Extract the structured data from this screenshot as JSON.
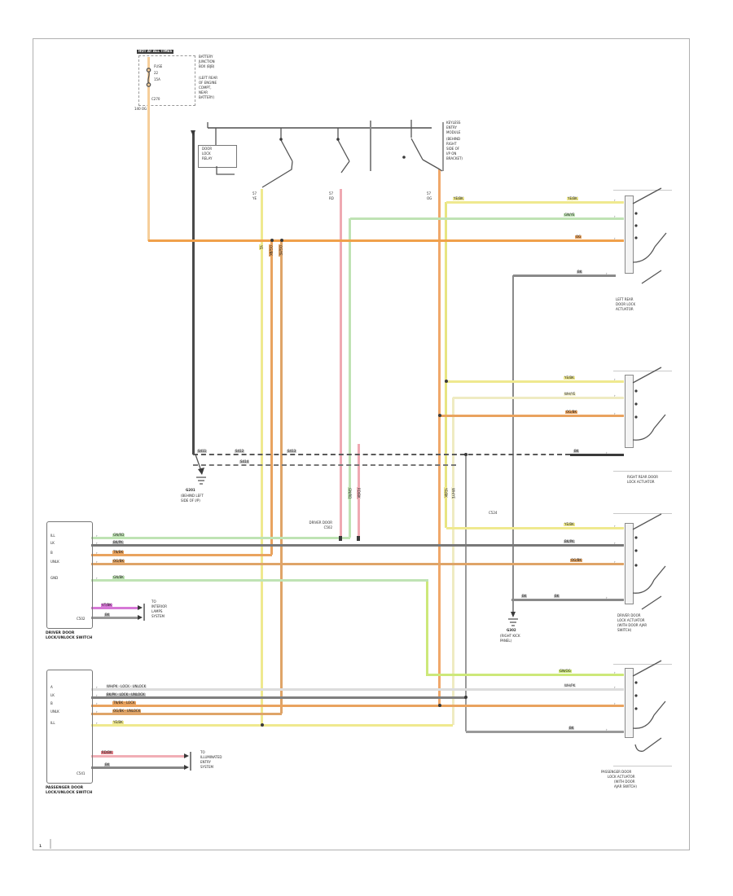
{
  "glyphs": {
    "pin": "›"
  },
  "header": {
    "hot": "HOT AT ALL TIMES",
    "fuse1": "FUSE",
    "fuse2": "22",
    "fuse3": "15A",
    "conn": "C270",
    "note1": [
      "BATTERY",
      "JUNCTION",
      "BOX (BJB)"
    ],
    "note2": [
      "(LEFT REAR",
      "OF ENGINE",
      "COMPT,",
      "NEAR",
      "BATTERY)"
    ]
  },
  "top": {
    "relay": [
      "DOOR",
      "LOCK",
      "RELAY"
    ],
    "module_note": [
      "KEYLESS",
      "ENTRY",
      "MODULE",
      "(BEHIND",
      "RIGHT",
      "SIDE OF",
      "I/P ON",
      "BRACKET)"
    ]
  },
  "wire_labels": {
    "fuse": "140 OG",
    "h1r": "OG",
    "h2l": "YE/BK",
    "h2r": "YE/BK",
    "h3r": "GN/YE",
    "h4r": "BK",
    "h13r": "YE/BK",
    "h14r": "YE/BK",
    "h15r": "WH/YE",
    "h16r": "OG/BK",
    "h17r": "BK",
    "h18a": "BK",
    "h18b": "BK",
    "h6": "GN/RD",
    "h7": "BK/PK",
    "h7r": "BK/PK",
    "h8": "TN/BK",
    "h9": "OG/BK",
    "h9r": "OG/BK",
    "h10": "GN/BK",
    "h11": "VT/BK",
    "h12": "BK",
    "h19": "WH/PK · LOCK · UNLOCK",
    "h19r": "WH/PK",
    "h20": "BK/PK · LOCK · UNLOCK",
    "h21": "TN/BK · LOCK",
    "h23": "OG/BK · UNLOCK",
    "h24": "YE/BK",
    "h25": "RD/BK",
    "h26": "BK",
    "h27r": "GN/OG",
    "h28r": "BK",
    "v3a": "57",
    "v3b": "YE",
    "v6a": "57",
    "v6b": "RD",
    "v9a": "57",
    "v9b": "OG",
    "v3m": "YE",
    "v4m": "OG/BK",
    "v5m": "OG/YE",
    "v7m": "GN/RD",
    "v8m": "RD/BK",
    "v10m": "YE/BK",
    "v11m": "WH/YE",
    "s1": "S411",
    "s2": "S412",
    "s3": "S413",
    "s4": "S414",
    "c524": "C524"
  },
  "grounds": {
    "g1": {
      "name": "G201",
      "l1": "(BEHIND LEFT",
      "l2": "SIDE OF I/P)"
    },
    "g2": {
      "name": "G302",
      "l1": "(RIGHT KICK",
      "l2": "PANEL)"
    }
  },
  "connectors": {
    "c1": [
      "LEFT REAR",
      "DOOR LOCK",
      "ACTUATOR"
    ],
    "c2": [
      "RIGHT REAR DOOR",
      "LOCK ACTUATOR"
    ],
    "c3": [
      "DRIVER DOOR",
      "LOCK ACTUATOR",
      "(WITH DOOR AJAR",
      "SWITCH)"
    ],
    "c4": [
      "PASSENGER DOOR",
      "LOCK ACTUATOR",
      "(WITH DOOR",
      "AJAR SWITCH)"
    ]
  },
  "mid_note": {
    "l1": "DRIVER DOOR",
    "l2": "C502"
  },
  "driver_switch": {
    "pins": [
      "ILL",
      "LK",
      "B",
      "UNLK",
      "GND"
    ],
    "conn": "C502",
    "label1": "DRIVER DOOR",
    "label2": "LOCK/UNLOCK SWITCH"
  },
  "passenger_switch": {
    "pins": [
      "A",
      "LK",
      "B",
      "UNLK",
      "ILL"
    ],
    "conn": "C541",
    "label1": "PASSENGER DOOR",
    "label2": "LOCK/UNLOCK SWITCH"
  },
  "notes": {
    "interior": [
      "TO",
      "INTERIOR",
      "LAMPS",
      "SYSTEM"
    ],
    "entry": [
      "TO",
      "ILLUMINATED",
      "ENTRY",
      "SYSTEM"
    ]
  },
  "page_mark": "1"
}
